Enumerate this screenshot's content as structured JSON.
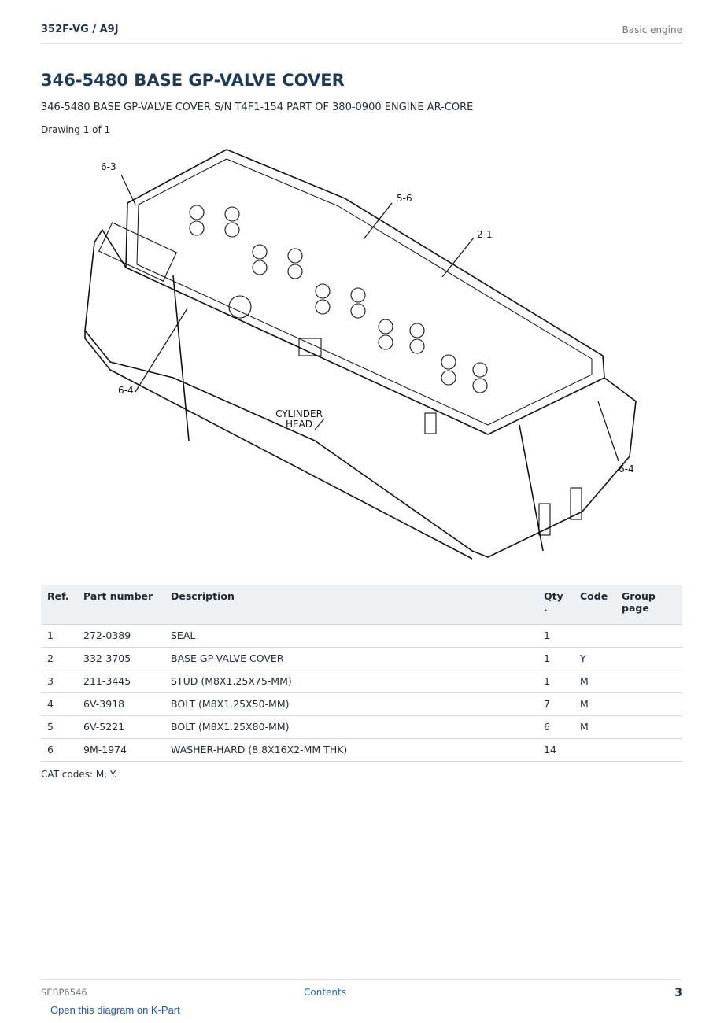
{
  "header": {
    "model": "352F-VG  /  A9J",
    "section": "Basic engine"
  },
  "title": "346-5480 BASE GP-VALVE COVER",
  "subtitle": "346-5480 BASE GP-VALVE COVER S/N T4F1-154 PART OF 380-0900 ENGINE AR-CORE",
  "drawing_count": "Drawing 1 of 1",
  "diagram": {
    "callouts": [
      "6-3",
      "5-6",
      "2-1",
      "6-4",
      "6-4"
    ],
    "label_line1": "CYLINDER",
    "label_line2": "HEAD"
  },
  "table": {
    "headers": [
      "Ref.",
      "Part number",
      "Description",
      "Qty\n.",
      "Code",
      "Group page"
    ],
    "rows": [
      [
        "1",
        "272-0389",
        "SEAL",
        "1",
        "",
        ""
      ],
      [
        "2",
        "332-3705",
        "BASE GP-VALVE COVER",
        "1",
        "Y",
        ""
      ],
      [
        "3",
        "211-3445",
        "STUD (M8X1.25X75-MM)",
        "1",
        "M",
        ""
      ],
      [
        "4",
        "6V-3918",
        "BOLT (M8X1.25X50-MM)",
        "7",
        "M",
        ""
      ],
      [
        "5",
        "6V-5221",
        "BOLT (M8X1.25X80-MM)",
        "6",
        "M",
        ""
      ],
      [
        "6",
        "9M-1974",
        "WASHER-HARD (8.8X16X2-MM THK)",
        "14",
        "",
        ""
      ]
    ]
  },
  "cat_codes": "CAT codes: M, Y.",
  "footer": {
    "doc_id": "SEBP6546",
    "contents": "Contents",
    "page": "3",
    "kpart_link": "Open this diagram on K-Part"
  }
}
